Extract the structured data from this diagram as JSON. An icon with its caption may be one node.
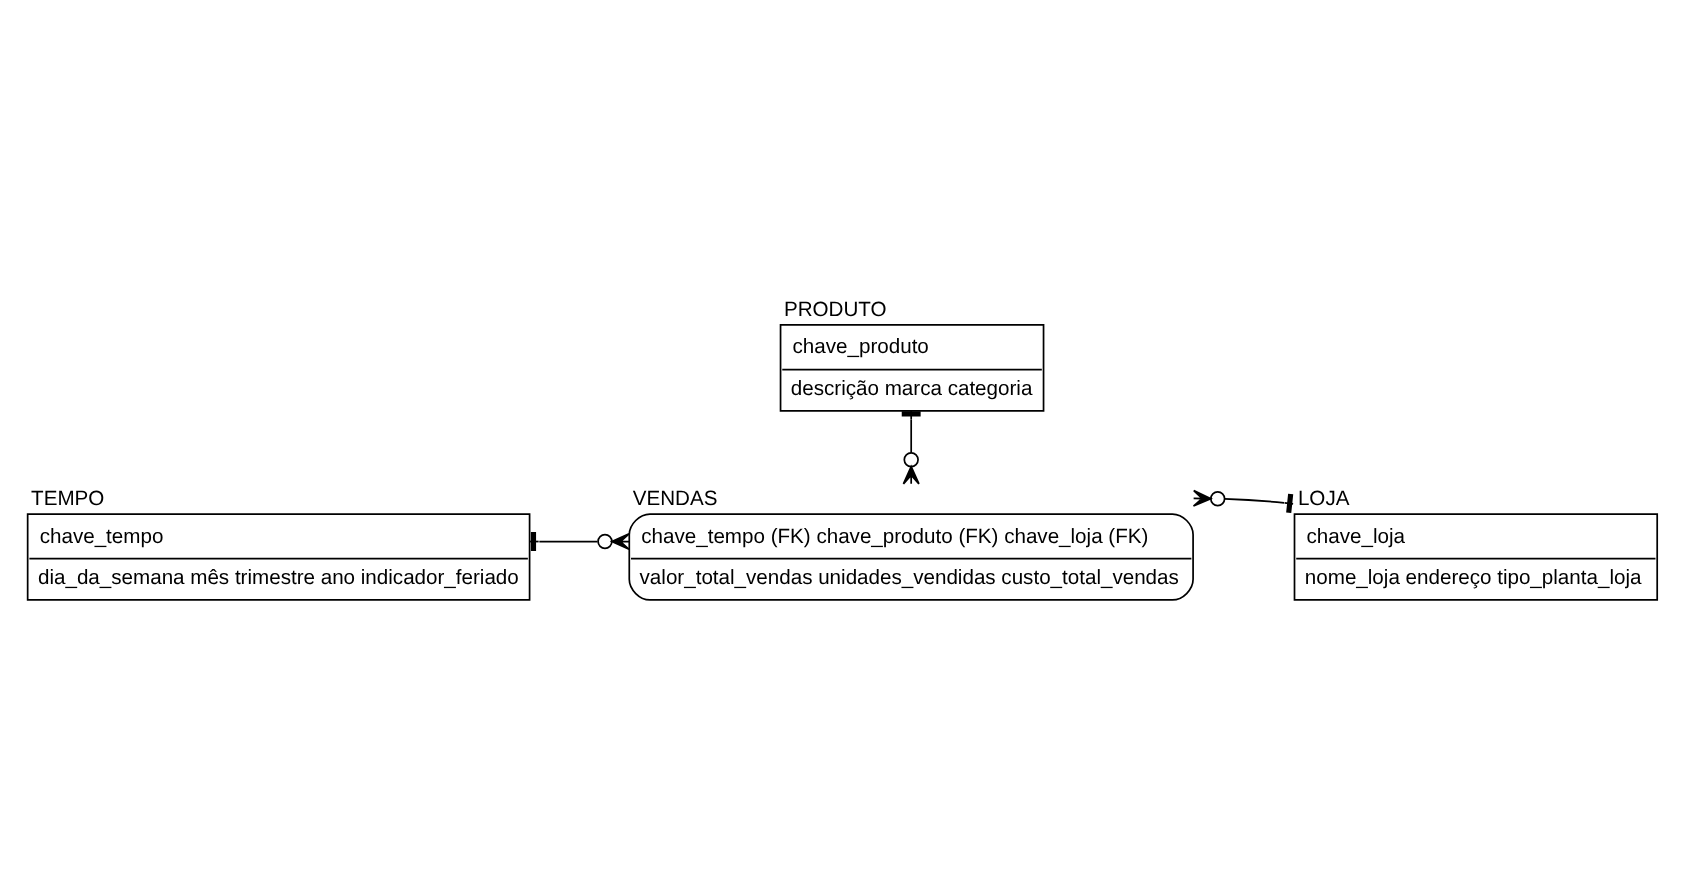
{
  "diagram": {
    "nodes": [
      {
        "text": [
          "PRODUTO",
          "chave_produto",
          "descrição marca categoria"
        ]
      },
      {
        "text": [
          "TEMPO",
          "chave_tempo",
          "dia_da_semana mês trimestre ano indicador_feriado"
        ]
      },
      {
        "text": [
          "VENDAS",
          "chave_tempo (FK) chave_produto (FK) chave_loja (FK)",
          "valor_total_vendas unidades_vendidas custo_total_vendas"
        ]
      },
      {
        "text": [
          "LOJA",
          "chave_loja",
          "nome_loja endereço tipo_planta_loja"
        ]
      }
    ],
    "edges": [
      {
        "from": 0,
        "to": 2,
        "arrow": "other"
      },
      {
        "from": 1,
        "to": 2,
        "arrow": "other"
      },
      {
        "from": 3,
        "to": 2,
        "arrow": "other"
      }
    ]
  }
}
